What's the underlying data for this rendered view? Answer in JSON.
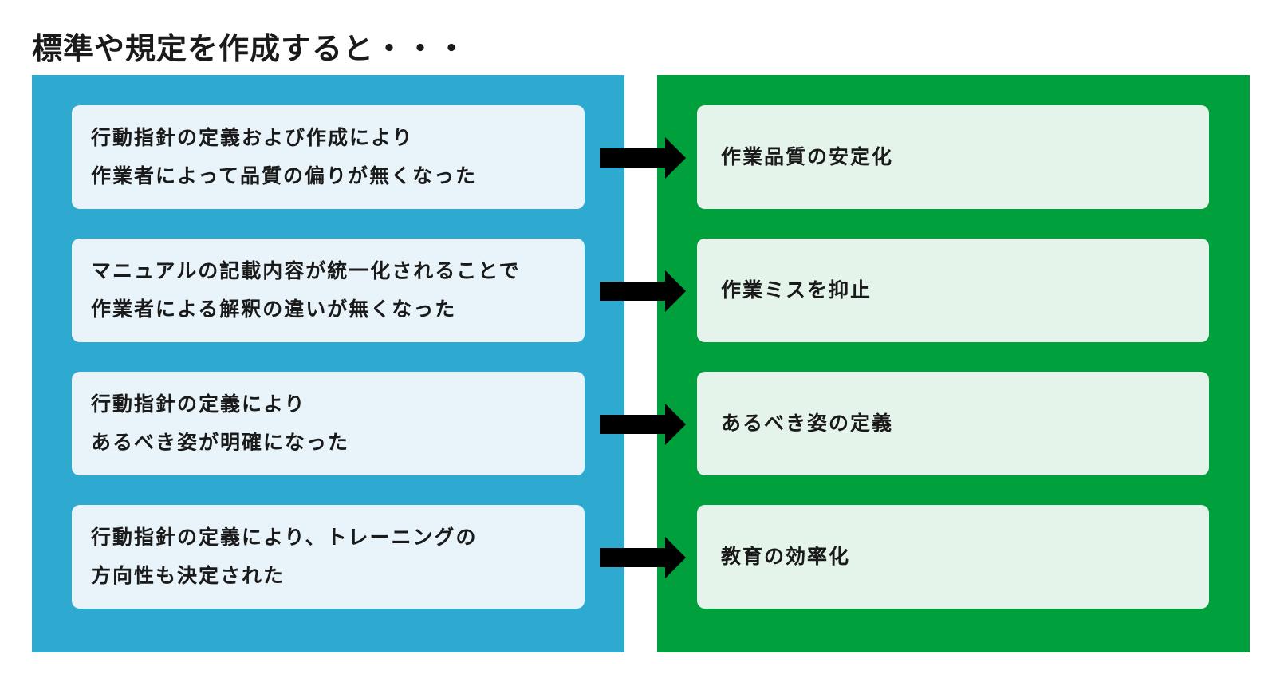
{
  "title": "標準や規定を作成すると・・・",
  "colors": {
    "left_panel": "#2eaad0",
    "right_panel": "#00a03c",
    "left_card": "#e8f4f9",
    "right_card": "#e5f4ea",
    "arrow": "#000000"
  },
  "rows": [
    {
      "cause": [
        "行動指針の定義および作成により",
        "作業者によって品質の偏りが無くなった"
      ],
      "effect": "作業品質の安定化"
    },
    {
      "cause": [
        "マニュアルの記載内容が統一化されることで",
        "作業者による解釈の違いが無くなった"
      ],
      "effect": "作業ミスを抑止"
    },
    {
      "cause": [
        "行動指針の定義により",
        "あるべき姿が明確になった"
      ],
      "effect": "あるべき姿の定義"
    },
    {
      "cause": [
        "行動指針の定義により、トレーニングの",
        "方向性も決定された"
      ],
      "effect": "教育の効率化"
    }
  ]
}
